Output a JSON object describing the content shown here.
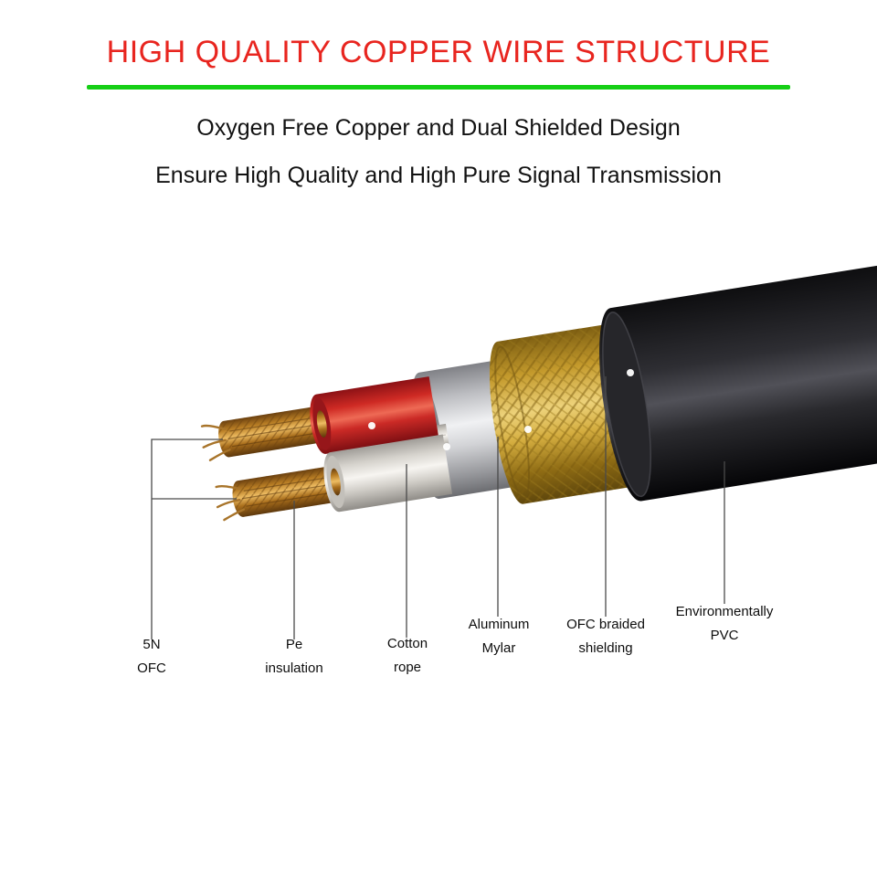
{
  "header": {
    "title": "HIGH QUALITY COPPER WIRE STRUCTURE",
    "subtitle_line1": "Oxygen Free Copper and Dual Shielded Design",
    "subtitle_line2": "Ensure High Quality and High Pure Signal Transmission",
    "title_color": "#e8251f",
    "divider_color": "#16cf16"
  },
  "diagram": {
    "labels": [
      {
        "id": "5n-ofc",
        "lines": [
          "5N",
          "OFC"
        ]
      },
      {
        "id": "pe-insulation",
        "lines": [
          "Pe",
          "insulation"
        ]
      },
      {
        "id": "cotton-rope",
        "lines": [
          "Cotton",
          "rope"
        ]
      },
      {
        "id": "aluminum-mylar",
        "lines": [
          "Aluminum",
          "Mylar"
        ]
      },
      {
        "id": "ofc-braided-shielding",
        "lines": [
          "OFC braided",
          "shielding"
        ]
      },
      {
        "id": "environmentally-pvc",
        "lines": [
          "Environmentally",
          "PVC"
        ]
      }
    ],
    "materials": {
      "copper": "#b87d24",
      "red_insulation": "#cf2a24",
      "white_insulation": "#f0eeea",
      "cotton_rope": "#f5f3ef",
      "aluminum_mylar": "#d2d3d6",
      "ofc_braid_gold": "#c49a2c",
      "pvc_black": "#1a1a1d"
    }
  }
}
